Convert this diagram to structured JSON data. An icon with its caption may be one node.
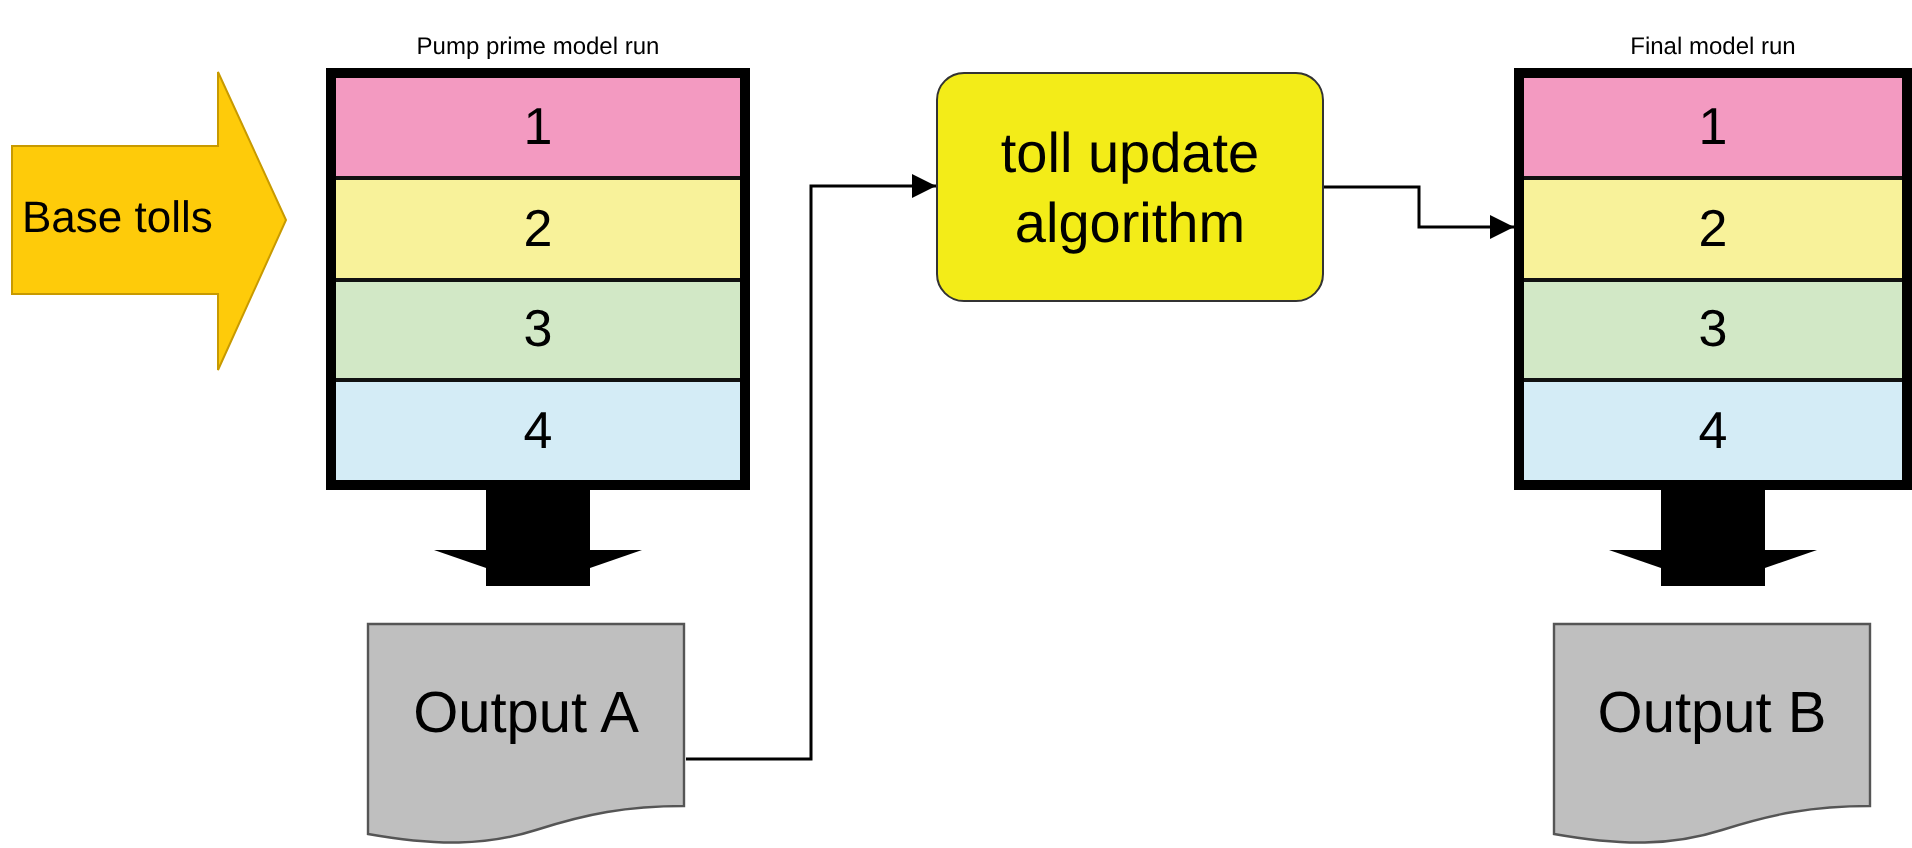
{
  "diagram": {
    "nodes": [
      {
        "text": [
          "Base tolls"
        ]
      },
      {
        "text": [
          "Pump prime model run"
        ]
      },
      {
        "text": [
          "1"
        ],
        "in": 1
      },
      {
        "text": [
          "2"
        ],
        "in": 1
      },
      {
        "text": [
          "3"
        ],
        "in": 1
      },
      {
        "text": [
          "4"
        ],
        "in": 1
      },
      {
        "text": [
          "Output A"
        ]
      },
      {
        "text": [
          "toll update algorithm"
        ]
      },
      {
        "text": [
          "Final model run"
        ]
      },
      {
        "text": [
          "1"
        ],
        "in": 8
      },
      {
        "text": [
          "2"
        ],
        "in": 8
      },
      {
        "text": [
          "3"
        ],
        "in": 8
      },
      {
        "text": [
          "4"
        ],
        "in": 8
      },
      {
        "text": [
          "Output B"
        ]
      }
    ],
    "edges": [
      {
        "from": 1,
        "to": 6,
        "arrow": "to",
        "style": "thick"
      },
      {
        "from": 6,
        "to": 7,
        "arrow": "to"
      },
      {
        "from": 7,
        "to": 8,
        "arrow": "to"
      },
      {
        "from": 8,
        "to": 13,
        "arrow": "to",
        "style": "thick"
      }
    ]
  }
}
